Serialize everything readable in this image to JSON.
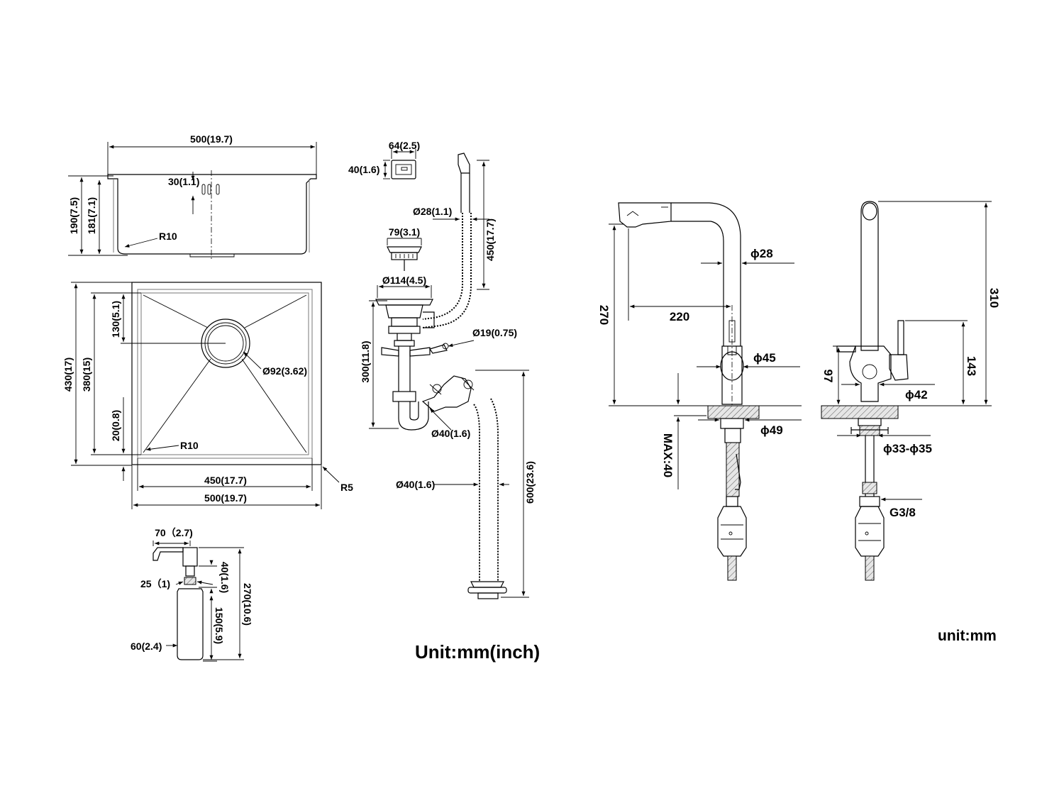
{
  "sink_top": {
    "width": "500(19.7)",
    "depth_total": "190(7.5)",
    "depth_inner": "181(7.1)",
    "overflow": "30(1.1)",
    "radius": "R10"
  },
  "sink_plan": {
    "length": "430(17)",
    "length_inner": "380(15)",
    "drain_offset": "130(5.1)",
    "corner_offset": "20(0.8)",
    "drain_diameter": "Ø92(3.62)",
    "radius": "R10",
    "width_inner": "450(17.7)",
    "width_outer": "500(19.7)",
    "corner_radius": "R5"
  },
  "drain_kit": {
    "overflow_width": "64(2.5)",
    "overflow_height": "40(1.6)",
    "hose_diameter": "Ø28(1.1)",
    "hose_length": "450(17.7)",
    "strainer_diameter": "79(3.1)",
    "flange_diameter": "Ø114(4.5)",
    "inlet_diameter": "Ø19(0.75)",
    "drop_height": "300(11.8)",
    "trap_diameter": "Ø40(1.6)",
    "outlet_diameter": "Ø40(1.6)",
    "outlet_length": "600(23.6)"
  },
  "soap_dispenser": {
    "spout_length": "70（2.7)",
    "head_height": "40(1.6)",
    "thread_length": "25（1)",
    "bottle_height": "150(5.9)",
    "total_height": "270(10.6)",
    "bottle_diameter": "60(2.4)"
  },
  "unit_label": "Unit:mm(inch)",
  "faucet_side": {
    "height": "270",
    "reach": "220",
    "spout_diameter": "ϕ28",
    "body_diameter": "ϕ45",
    "base_diameter": "ϕ49",
    "deck_thickness": "MAX:40"
  },
  "faucet_front": {
    "height": "310",
    "handle_height": "143",
    "lever_height": "97",
    "base_diameter": "ϕ42",
    "hole_diameter": "ϕ33-ϕ35",
    "thread": "G3/8"
  },
  "faucet_unit_label": "unit:mm"
}
